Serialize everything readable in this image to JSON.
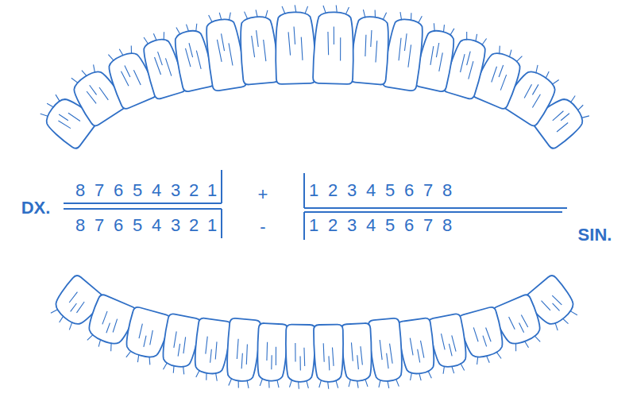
{
  "diagram": {
    "labels": [
      "8",
      "7",
      "6",
      "5",
      "4",
      "3",
      "2",
      "1",
      "+",
      "1",
      "2",
      "3",
      "4",
      "5",
      "6",
      "7",
      "8",
      "DX.",
      "SIN.",
      "8",
      "7",
      "6",
      "5",
      "4",
      "3",
      "2",
      "1",
      "-",
      "1",
      "2",
      "3",
      "4",
      "5",
      "6",
      "7",
      "8"
    ]
  }
}
